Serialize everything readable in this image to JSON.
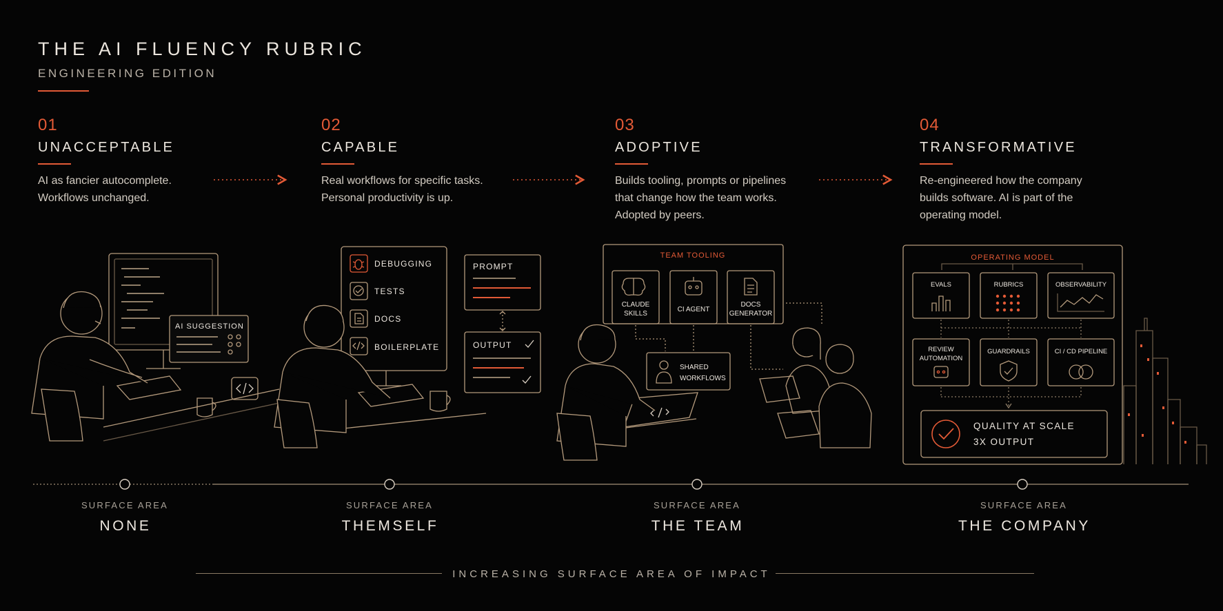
{
  "header": {
    "title": "THE AI FLUENCY RUBRIC",
    "subtitle": "ENGINEERING EDITION"
  },
  "stages": [
    {
      "number": "01",
      "name": "UNACCEPTABLE",
      "description": [
        "AI as fancier autocomplete.",
        "Workflows unchanged."
      ],
      "illustration": {
        "popup_label": "AI SUGGESTION"
      },
      "surface_label": "SURFACE AREA",
      "surface_value": "NONE"
    },
    {
      "number": "02",
      "name": "CAPABLE",
      "description": [
        "Real workflows for specific tasks.",
        "Personal productivity is up."
      ],
      "illustration": {
        "menu_items": [
          "DEBUGGING",
          "TESTS",
          "DOCS",
          "BOILERPLATE"
        ],
        "prompt_label": "PROMPT",
        "output_label": "OUTPUT"
      },
      "surface_label": "SURFACE AREA",
      "surface_value": "THEMSELF"
    },
    {
      "number": "03",
      "name": "ADOPTIVE",
      "description": [
        "Builds tooling, prompts or pipelines",
        "that change how the team works.",
        "Adopted by peers."
      ],
      "illustration": {
        "panel_title": "TEAM TOOLING",
        "tools": [
          {
            "label": [
              "CLAUDE",
              "SKILLS"
            ],
            "icon": "brain-icon"
          },
          {
            "label": [
              "CI AGENT"
            ],
            "icon": "robot-icon"
          },
          {
            "label": [
              "DOCS",
              "GENERATOR"
            ],
            "icon": "document-icon"
          }
        ],
        "shared_label": [
          "SHARED",
          "WORKFLOWS"
        ]
      },
      "surface_label": "SURFACE AREA",
      "surface_value": "THE TEAM"
    },
    {
      "number": "04",
      "name": "TRANSFORMATIVE",
      "description": [
        "Re-engineered how the company",
        "builds software. AI is part of the",
        "operating model."
      ],
      "illustration": {
        "panel_title": "OPERATING MODEL",
        "cells": [
          {
            "label": [
              "EVALS"
            ],
            "icon": "bar-chart-icon"
          },
          {
            "label": [
              "RUBRICS"
            ],
            "icon": "dot-grid-icon"
          },
          {
            "label": [
              "OBSERVABILITY"
            ],
            "icon": "line-chart-icon"
          },
          {
            "label": [
              "REVIEW",
              "AUTOMATION"
            ],
            "icon": "robot-icon"
          },
          {
            "label": [
              "GUARDRAILS"
            ],
            "icon": "shield-icon"
          },
          {
            "label": [
              "CI / CD PIPELINE"
            ],
            "icon": "overlap-circles-icon"
          }
        ],
        "result_lines": [
          "QUALITY AT SCALE",
          "3X OUTPUT"
        ]
      },
      "surface_label": "SURFACE AREA",
      "surface_value": "THE COMPANY"
    }
  ],
  "footer": {
    "text": "INCREASING SURFACE AREA OF IMPACT"
  },
  "colors": {
    "accent": "#e35a36",
    "line": "#8a7a64",
    "background": "#050505",
    "text": "#ece6de"
  }
}
